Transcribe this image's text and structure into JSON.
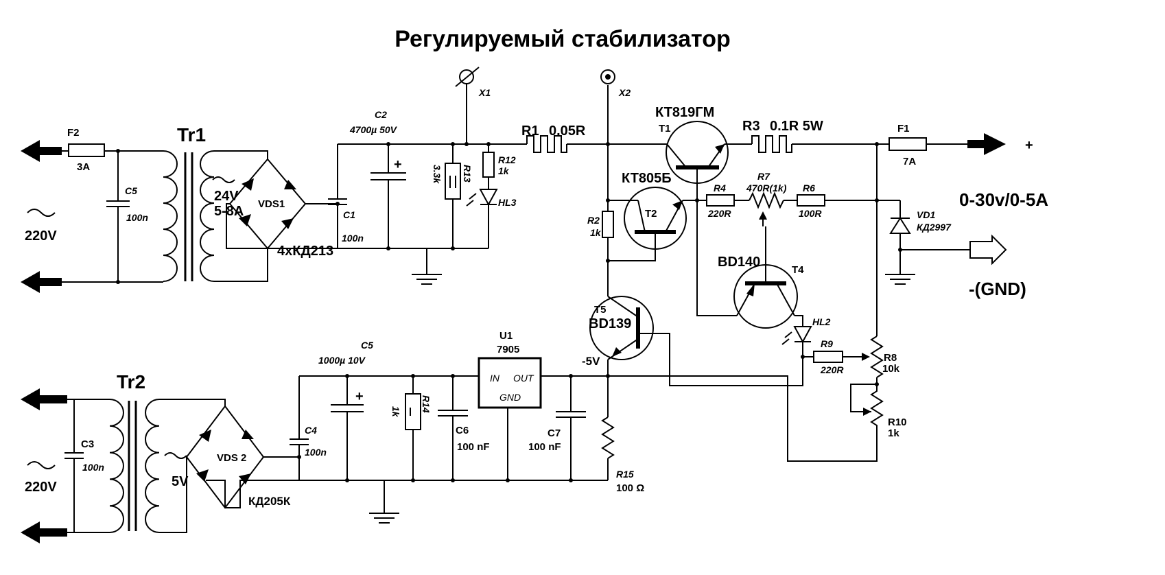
{
  "title": "Регулируемый стабилизатор",
  "transformers": {
    "tr1": {
      "name": "Tr1",
      "secondary": "24V\n5-8A"
    },
    "tr2": {
      "name": "Tr2",
      "secondary": "5V"
    }
  },
  "mains": {
    "upper": "220V",
    "lower": "220V"
  },
  "fuses": {
    "f2": {
      "name": "F2",
      "value": "3A"
    },
    "f1": {
      "name": "F1",
      "value": "7A"
    }
  },
  "capacitors": {
    "c5_top": {
      "name": "C5",
      "value": "100n"
    },
    "c1": {
      "name": "C1",
      "value": "100n"
    },
    "c2": {
      "name": "C2",
      "value": "4700µ 50V"
    },
    "c3": {
      "name": "C3",
      "value": "100n"
    },
    "c4": {
      "name": "C4",
      "value": "100n"
    },
    "c5_bottom": {
      "name": "C5",
      "value": "1000µ 10V"
    },
    "c6": {
      "name": "C6",
      "value": "100 nF"
    },
    "c7": {
      "name": "C7",
      "value": "100 nF"
    }
  },
  "bridges": {
    "vds1": {
      "name": "VDS1",
      "part": "4xКД213"
    },
    "vds2": {
      "name": "VDS 2",
      "part": "КД205К"
    }
  },
  "resistors": {
    "r1": {
      "name": "R1",
      "value": "0.05R"
    },
    "r2": {
      "name": "R2",
      "value": "1k"
    },
    "r3": {
      "name": "R3",
      "value": "0.1R 5W"
    },
    "r4": {
      "name": "R4",
      "value": "220R"
    },
    "r6": {
      "name": "R6",
      "value": "100R"
    },
    "r7": {
      "name": "R7",
      "value": "470R(1k)"
    },
    "r8": {
      "name": "R8",
      "value": "10k"
    },
    "r9": {
      "name": "R9",
      "value": "220R"
    },
    "r10": {
      "name": "R10",
      "value": "1k"
    },
    "r12": {
      "name": "R12",
      "value": "1k"
    },
    "r13": {
      "name": "R13",
      "value": "3.3k"
    },
    "r14": {
      "name": "R14",
      "value": "1k"
    },
    "r15": {
      "name": "R15",
      "value": "100 Ω"
    }
  },
  "transistors": {
    "t1": {
      "name": "T1",
      "part": "КТ819ГМ"
    },
    "t2": {
      "name": "T2",
      "part": "КТ805Б"
    },
    "t4": {
      "name": "T4",
      "part": "BD140"
    },
    "t5": {
      "name": "T5",
      "part": "BD139"
    }
  },
  "leds": {
    "hl2": "HL2",
    "hl3": "HL3"
  },
  "diodes": {
    "vd1": {
      "name": "VD1",
      "part": "КД2997"
    }
  },
  "regulator": {
    "name": "U1",
    "part": "7905",
    "in": "IN",
    "out": "OUT",
    "gnd": "GND"
  },
  "terminals": {
    "x1": "X1",
    "x2": "X2"
  },
  "output": {
    "plus": "+",
    "range": "0-30v/0-5A",
    "gnd": "-(GND)",
    "neg5": "-5V"
  }
}
